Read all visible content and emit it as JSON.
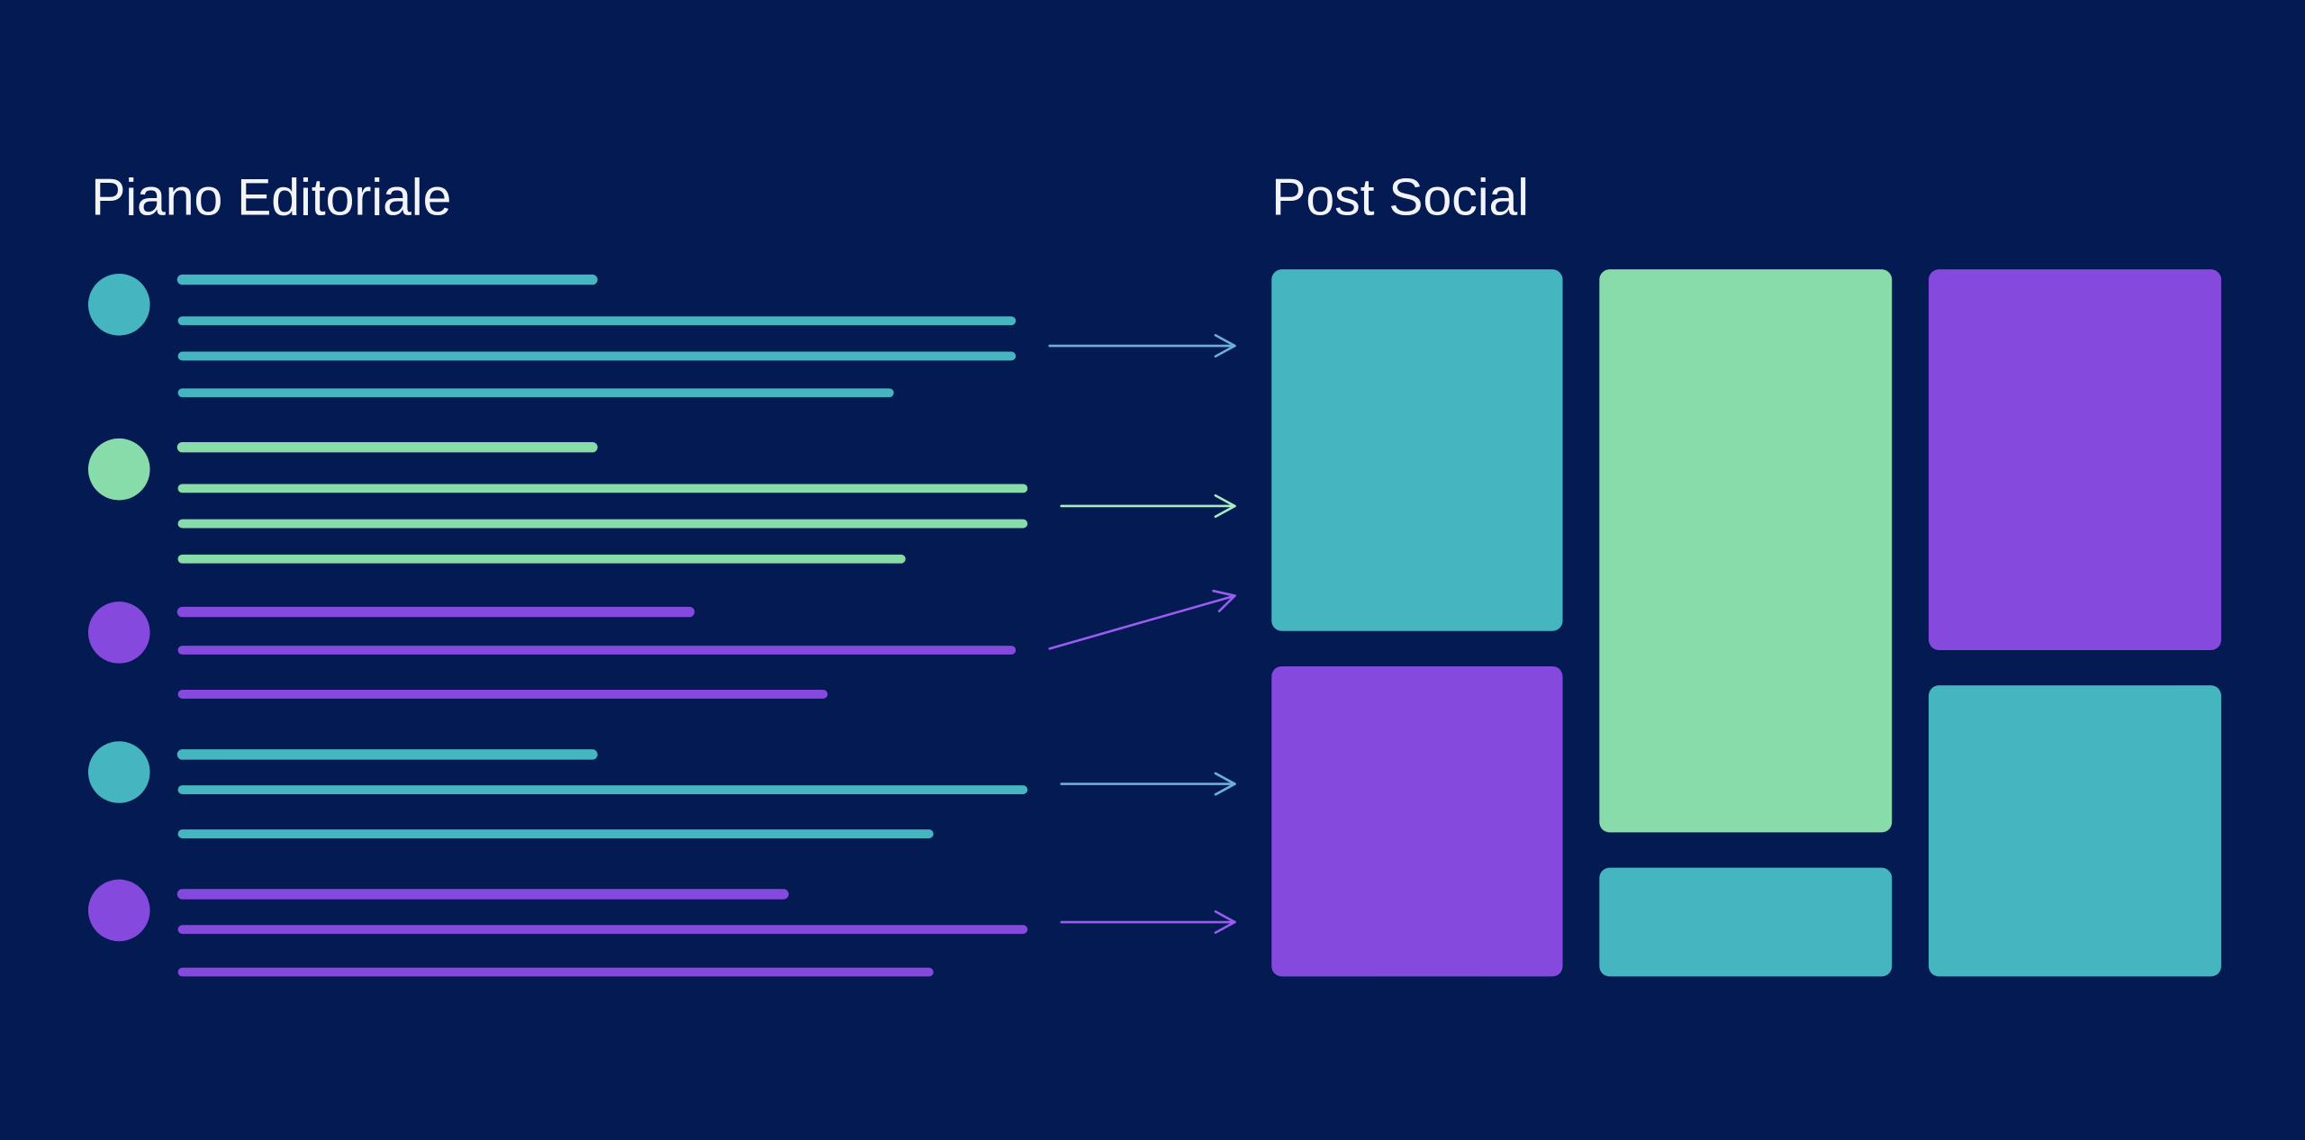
{
  "left_panel": {
    "title": "Piano Editoriale"
  },
  "right_panel": {
    "title": "Post Social"
  },
  "colors": {
    "background": "#041a52",
    "teal": "#45b6c0",
    "green": "#88dcaa",
    "purple": "#8549de",
    "arrow_teal": "#6ab0d8",
    "arrow_green": "#a6ecc4",
    "arrow_purple": "#9a5cf0"
  },
  "plan_groups": [
    {
      "color": "teal",
      "line_count": 4
    },
    {
      "color": "green",
      "line_count": 4
    },
    {
      "color": "purple",
      "line_count": 3
    },
    {
      "color": "teal",
      "line_count": 3
    },
    {
      "color": "purple",
      "line_count": 3
    }
  ],
  "arrows": [
    {
      "color": "arrow_teal"
    },
    {
      "color": "arrow_green"
    },
    {
      "color": "arrow_purple"
    },
    {
      "color": "arrow_teal"
    },
    {
      "color": "arrow_purple"
    }
  ],
  "posts": [
    {
      "color": "teal"
    },
    {
      "color": "purple"
    },
    {
      "color": "green"
    },
    {
      "color": "teal"
    },
    {
      "color": "purple"
    },
    {
      "color": "teal"
    }
  ]
}
